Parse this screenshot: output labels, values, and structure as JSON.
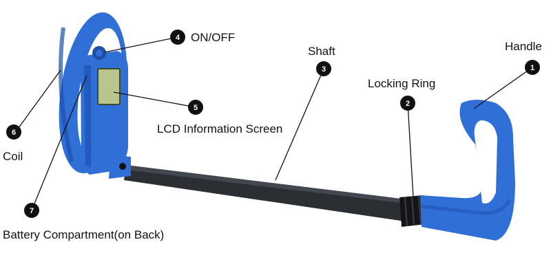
{
  "diagram": {
    "colors": {
      "body": "#2f6fd6",
      "body_dark": "#1d4fa8",
      "shaft": "#2b2e33",
      "screen": "#b9c48f",
      "badge": "#111111"
    },
    "parts": [
      {
        "key": "handle",
        "number": "1",
        "label": "Handle"
      },
      {
        "key": "locking_ring",
        "number": "2",
        "label": "Locking Ring"
      },
      {
        "key": "shaft",
        "number": "3",
        "label": "Shaft"
      },
      {
        "key": "on_off",
        "number": "4",
        "label": "ON/OFF"
      },
      {
        "key": "lcd",
        "number": "5",
        "label": "LCD Information Screen"
      },
      {
        "key": "coil",
        "number": "6",
        "label": "Coil"
      },
      {
        "key": "battery",
        "number": "7",
        "label": "Battery Compartment(on Back)"
      }
    ]
  }
}
